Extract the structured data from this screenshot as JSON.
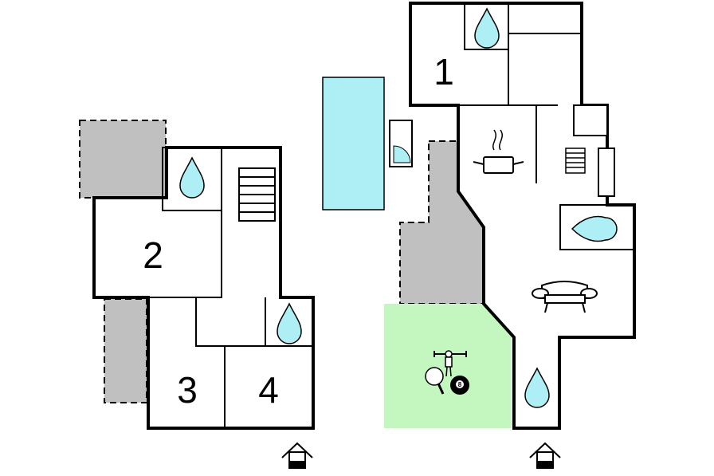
{
  "floors": [
    {
      "rooms": [
        {
          "number": "2"
        },
        {
          "number": "3"
        },
        {
          "number": "4"
        }
      ]
    },
    {
      "rooms": [
        {
          "number": "1"
        }
      ]
    }
  ],
  "icons": {
    "water_drop": "water-drop-icon",
    "stairs": "stairs-icon",
    "cooking_pot": "cooking-pot-icon",
    "sofa": "sofa-icon",
    "table_football": "table-football-icon",
    "table_tennis": "table-tennis-icon",
    "billiard_ball": "billiard-ball-icon",
    "entrance": "entrance-icon",
    "door_swing": "door-swing-icon",
    "pool": "swimming-pool"
  },
  "billiard_ball_label": "8",
  "colors": {
    "terrace": "#c0c0c0",
    "pool": "#aeeff5",
    "game_area": "#c3f7bf",
    "water_drop": "#aeeff5",
    "walls": "#000000",
    "background": "#ffffff"
  }
}
